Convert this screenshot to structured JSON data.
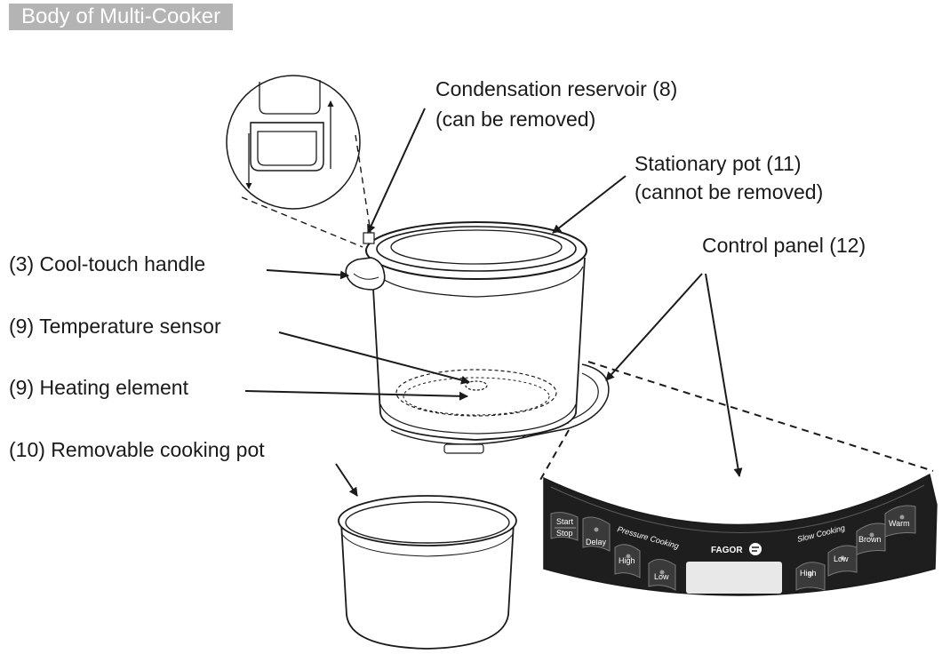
{
  "title": "Body of Multi-Cooker",
  "labels": {
    "condensation_reservoir": [
      "Condensation reservoir (8)",
      "(can be removed)"
    ],
    "stationary_pot": [
      "Stationary pot (11)",
      "(cannot be removed)"
    ],
    "control_panel": "Control panel (12)",
    "handle": "(3) Cool-touch handle",
    "temp_sensor": "(9) Temperature sensor",
    "heating_element": "(9) Heating element",
    "removable_pot": "(10) Removable cooking pot"
  },
  "panel": {
    "start": "Start",
    "stop": "Stop",
    "delay": "Delay",
    "pressure_title": "Pressure Cooking",
    "pressure_high": "High",
    "pressure_low": "Low",
    "brand": "FAGOR",
    "slow_title": "Slow Cooking",
    "slow_high": "High",
    "slow_low": "Low",
    "brown": "Brown",
    "warm": "Warm"
  },
  "colors": {
    "title_bg": "#b4b4b4",
    "panel_bg": "#1e1e1e",
    "line": "#1a1a1a"
  }
}
